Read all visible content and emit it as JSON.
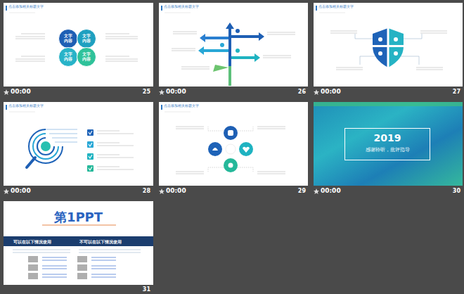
{
  "diagram": {
    "nodes": [
      {
        "text": [
          "文字内容"
        ]
      },
      {
        "text": [
          "文字内容"
        ]
      },
      {
        "text": [
          "文字内容"
        ]
      },
      {
        "text": [
          "文字内容"
        ]
      },
      {
        "text": [
          "2019",
          "感谢聆听，批评指导"
        ]
      },
      {
        "text": [
          "可以在以下情况使用",
          "不可以在以下情况使用"
        ]
      }
    ],
    "labels": [
      "点击添加相关标题文字",
      "点击添加相关标题文字",
      "点击添加相关标题文字",
      "点击添加相关标题文字",
      "点击添加相关标题文字",
      "第1PPT",
      "00:00",
      "00:00",
      "00:00",
      "00:00",
      "00:00",
      "00:00",
      "25",
      "26",
      "27",
      "28",
      "29",
      "30",
      "31"
    ]
  }
}
